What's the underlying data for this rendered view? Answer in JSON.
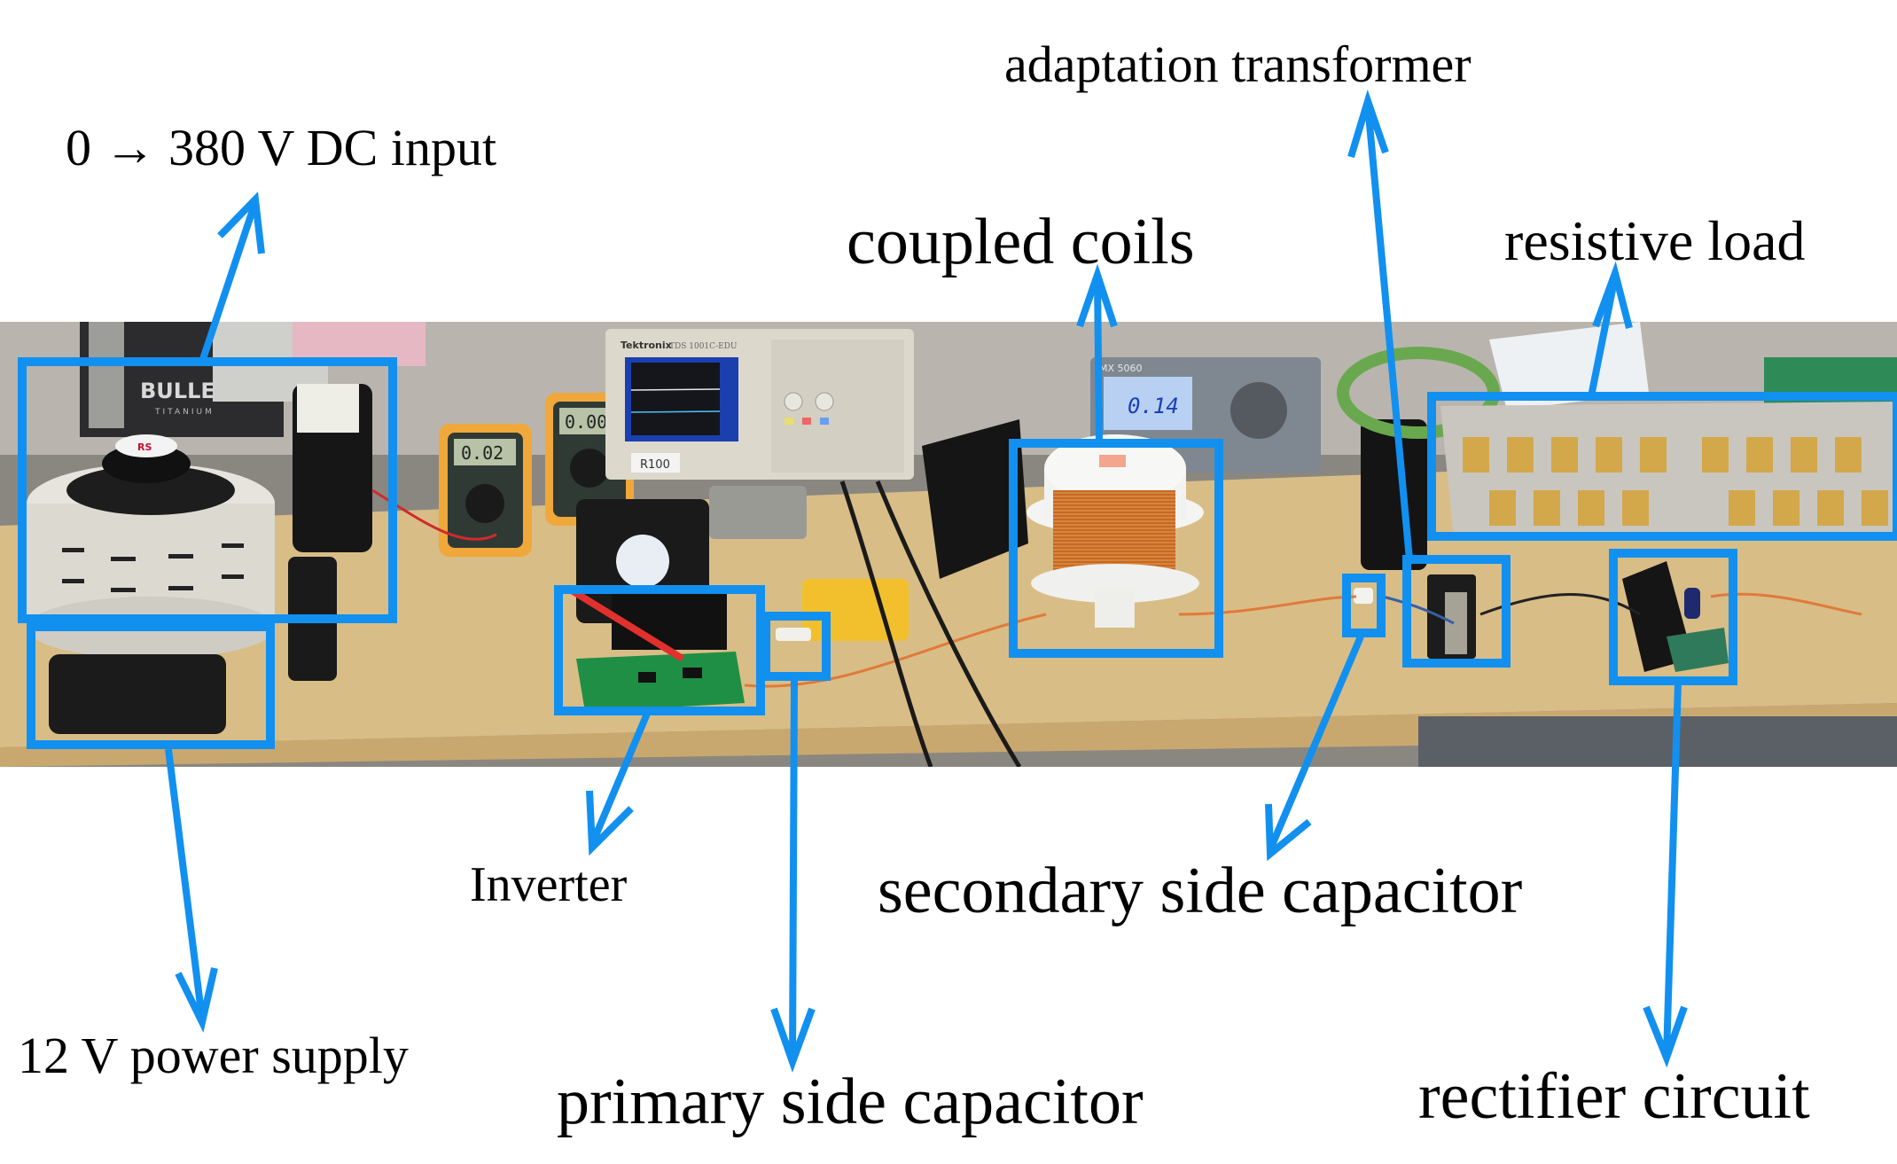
{
  "figure": {
    "type": "annotated-photograph",
    "subject": "wireless power transfer experimental bench setup",
    "accent_color": "#1290F0"
  },
  "labels": {
    "dc_input": "0 → 380 V DC input",
    "adaptation_transformer": "adaptation transformer",
    "coupled_coils": "coupled coils",
    "resistive_load": "resistive load",
    "inverter": "Inverter",
    "secondary_capacitor": "secondary side capacitor",
    "power_supply": "12 V power supply",
    "primary_capacitor": "primary side capacitor",
    "rectifier": "rectifier circuit"
  },
  "photo_text": {
    "multimeter_left_reading": "0.02",
    "multimeter_right_reading": "0.00",
    "bench_meter_reading": "0.14",
    "bench_meter_model": "MX 5060",
    "oscilloscope_brand": "Tektronix",
    "oscilloscope_model": "TDS 1001C-EDU",
    "oscilloscope_tag": "R100",
    "psu_brand": "BULLET",
    "psu_subbrand": "TITANIUM",
    "variac_brand": "RS"
  }
}
